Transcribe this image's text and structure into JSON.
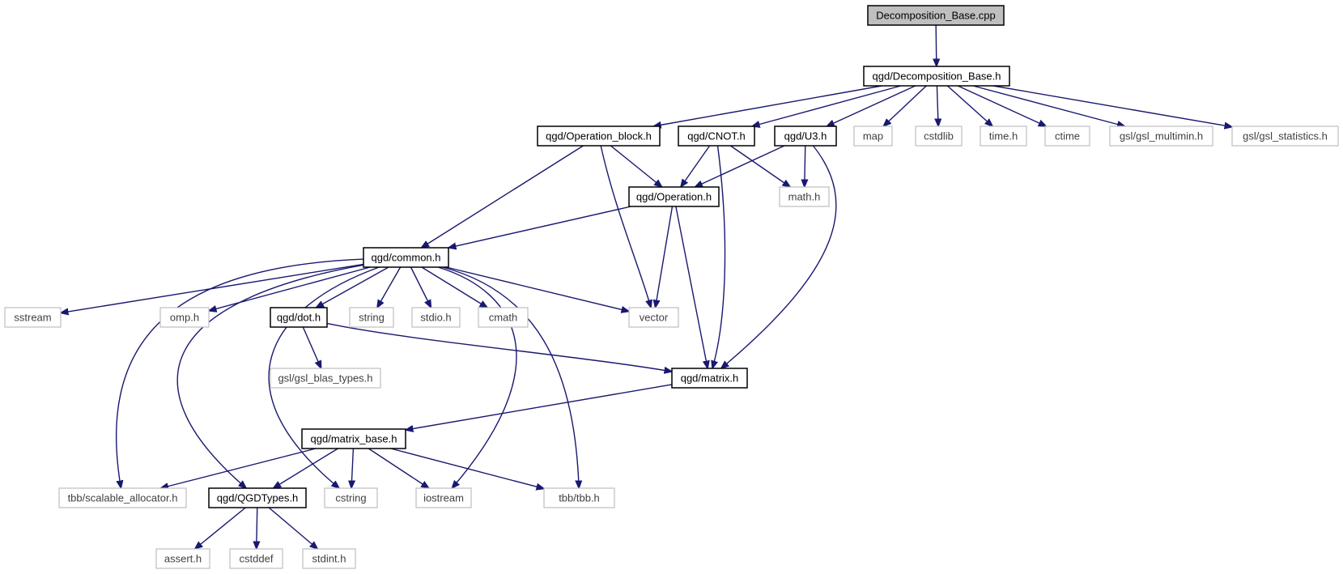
{
  "nodes": [
    {
      "id": "n_root",
      "label": "Decomposition_Base.cpp",
      "kind": "root"
    },
    {
      "id": "n_decomp_h",
      "label": "qgd/Decomposition_Base.h",
      "kind": "file"
    },
    {
      "id": "n_op_block",
      "label": "qgd/Operation_block.h",
      "kind": "file"
    },
    {
      "id": "n_cnot",
      "label": "qgd/CNOT.h",
      "kind": "file"
    },
    {
      "id": "n_u3",
      "label": "qgd/U3.h",
      "kind": "file"
    },
    {
      "id": "n_map",
      "label": "map",
      "kind": "external"
    },
    {
      "id": "n_cstdlib",
      "label": "cstdlib",
      "kind": "external"
    },
    {
      "id": "n_time",
      "label": "time.h",
      "kind": "external"
    },
    {
      "id": "n_ctime",
      "label": "ctime",
      "kind": "external"
    },
    {
      "id": "n_multimin",
      "label": "gsl/gsl_multimin.h",
      "kind": "external"
    },
    {
      "id": "n_statistics",
      "label": "gsl/gsl_statistics.h",
      "kind": "external"
    },
    {
      "id": "n_operation",
      "label": "qgd/Operation.h",
      "kind": "file"
    },
    {
      "id": "n_math",
      "label": "math.h",
      "kind": "external"
    },
    {
      "id": "n_common",
      "label": "qgd/common.h",
      "kind": "file"
    },
    {
      "id": "n_sstream",
      "label": "sstream",
      "kind": "external"
    },
    {
      "id": "n_omp",
      "label": "omp.h",
      "kind": "external"
    },
    {
      "id": "n_dot",
      "label": "qgd/dot.h",
      "kind": "file"
    },
    {
      "id": "n_string",
      "label": "string",
      "kind": "external"
    },
    {
      "id": "n_stdio",
      "label": "stdio.h",
      "kind": "external"
    },
    {
      "id": "n_cmath",
      "label": "cmath",
      "kind": "external"
    },
    {
      "id": "n_vector",
      "label": "vector",
      "kind": "external"
    },
    {
      "id": "n_blas",
      "label": "gsl/gsl_blas_types.h",
      "kind": "external"
    },
    {
      "id": "n_matrix",
      "label": "qgd/matrix.h",
      "kind": "file"
    },
    {
      "id": "n_matrix_base",
      "label": "qgd/matrix_base.h",
      "kind": "file"
    },
    {
      "id": "n_tbbsa",
      "label": "tbb/scalable_allocator.h",
      "kind": "external"
    },
    {
      "id": "n_qgdtypes",
      "label": "qgd/QGDTypes.h",
      "kind": "file"
    },
    {
      "id": "n_cstring",
      "label": "cstring",
      "kind": "external"
    },
    {
      "id": "n_iostream",
      "label": "iostream",
      "kind": "external"
    },
    {
      "id": "n_tbb",
      "label": "tbb/tbb.h",
      "kind": "external"
    },
    {
      "id": "n_assert",
      "label": "assert.h",
      "kind": "external"
    },
    {
      "id": "n_cstddef",
      "label": "cstddef",
      "kind": "external"
    },
    {
      "id": "n_stdint",
      "label": "stdint.h",
      "kind": "external"
    }
  ],
  "edges": [
    [
      "n_root",
      "n_decomp_h"
    ],
    [
      "n_decomp_h",
      "n_op_block"
    ],
    [
      "n_decomp_h",
      "n_cnot"
    ],
    [
      "n_decomp_h",
      "n_u3"
    ],
    [
      "n_decomp_h",
      "n_map"
    ],
    [
      "n_decomp_h",
      "n_cstdlib"
    ],
    [
      "n_decomp_h",
      "n_time"
    ],
    [
      "n_decomp_h",
      "n_ctime"
    ],
    [
      "n_decomp_h",
      "n_multimin"
    ],
    [
      "n_decomp_h",
      "n_statistics"
    ],
    [
      "n_op_block",
      "n_operation"
    ],
    [
      "n_op_block",
      "n_common"
    ],
    [
      "n_op_block",
      "n_vector"
    ],
    [
      "n_cnot",
      "n_operation"
    ],
    [
      "n_cnot",
      "n_math"
    ],
    [
      "n_cnot",
      "n_matrix"
    ],
    [
      "n_u3",
      "n_operation"
    ],
    [
      "n_u3",
      "n_math"
    ],
    [
      "n_u3",
      "n_matrix"
    ],
    [
      "n_operation",
      "n_common"
    ],
    [
      "n_operation",
      "n_vector"
    ],
    [
      "n_operation",
      "n_matrix"
    ],
    [
      "n_common",
      "n_sstream"
    ],
    [
      "n_common",
      "n_omp"
    ],
    [
      "n_common",
      "n_dot"
    ],
    [
      "n_common",
      "n_string"
    ],
    [
      "n_common",
      "n_stdio"
    ],
    [
      "n_common",
      "n_cmath"
    ],
    [
      "n_common",
      "n_vector"
    ],
    [
      "n_common",
      "n_tbbsa"
    ],
    [
      "n_common",
      "n_qgdtypes"
    ],
    [
      "n_common",
      "n_cstring"
    ],
    [
      "n_common",
      "n_iostream"
    ],
    [
      "n_common",
      "n_tbb"
    ],
    [
      "n_dot",
      "n_blas"
    ],
    [
      "n_dot",
      "n_matrix"
    ],
    [
      "n_matrix",
      "n_matrix_base"
    ],
    [
      "n_matrix_base",
      "n_tbbsa"
    ],
    [
      "n_matrix_base",
      "n_qgdtypes"
    ],
    [
      "n_matrix_base",
      "n_cstring"
    ],
    [
      "n_matrix_base",
      "n_iostream"
    ],
    [
      "n_matrix_base",
      "n_tbb"
    ],
    [
      "n_qgdtypes",
      "n_assert"
    ],
    [
      "n_qgdtypes",
      "n_cstddef"
    ],
    [
      "n_qgdtypes",
      "n_stdint"
    ]
  ],
  "colors": {
    "edge": "#191970",
    "root_fill": "#bfbfbf",
    "file_border": "#000000",
    "external_border": "#bfbfbf"
  }
}
